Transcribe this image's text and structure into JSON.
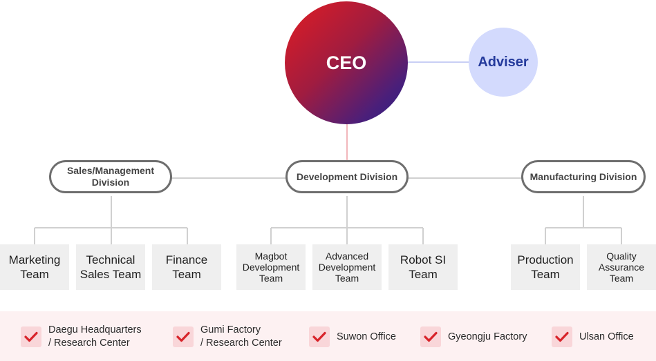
{
  "ceo": {
    "label": "CEO"
  },
  "adviser": {
    "label": "Adviser"
  },
  "divisions": [
    {
      "label": "Sales/Management\nDivision"
    },
    {
      "label": "Development Division"
    },
    {
      "label": "Manufacturing Division"
    }
  ],
  "teams": [
    {
      "label": "Marketing\nTeam"
    },
    {
      "label": "Technical\nSales Team"
    },
    {
      "label": "Finance\nTeam"
    },
    {
      "label": "Magbot\nDevelopment\nTeam"
    },
    {
      "label": "Advanced\nDevelopment\nTeam"
    },
    {
      "label": "Robot SI\nTeam"
    },
    {
      "label": "Production\nTeam"
    },
    {
      "label": "Quality\nAssurance\nTeam"
    }
  ],
  "locations": [
    {
      "label": "Daegu Headquarters\n/ Research Center"
    },
    {
      "label": "Gumi Factory\n/ Research Center"
    },
    {
      "label": "Suwon Office"
    },
    {
      "label": "Gyeongju Factory"
    },
    {
      "label": "Ulsan Office"
    }
  ],
  "colors": {
    "ceo_gradient_start": "#e21d22",
    "ceo_gradient_end": "#2a1f86",
    "adviser_bg": "#d3dafd",
    "adviser_text": "#243a9c",
    "check_red": "#d8232a"
  }
}
